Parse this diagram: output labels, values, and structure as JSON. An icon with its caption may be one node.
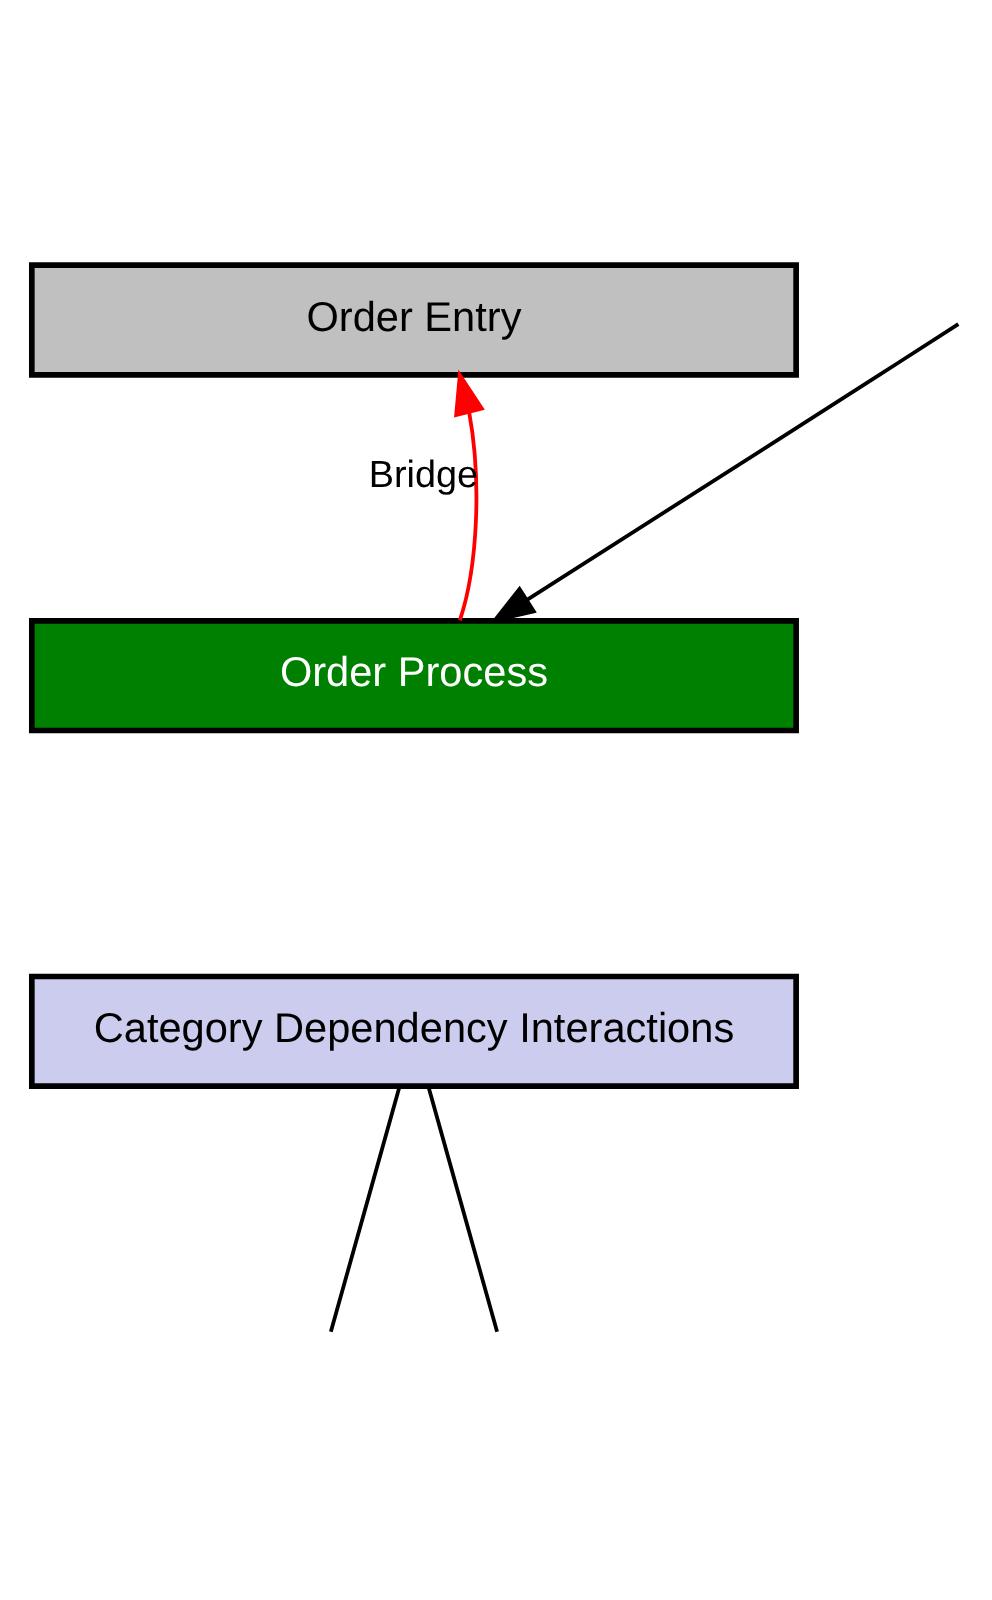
{
  "diagram": {
    "nodes": [
      {
        "text": [
          "Order Entry"
        ]
      },
      {
        "text": [
          "Order Process"
        ]
      },
      {
        "text": [
          "Category Dependency Interactions"
        ]
      }
    ],
    "edges": [
      {
        "from": 1,
        "to": 0,
        "arrow": "to",
        "label": "Bridge",
        "color": "#ff0000"
      },
      {
        "from": null,
        "to": 1,
        "arrow": "to"
      },
      {
        "from": 2,
        "to": null,
        "arrow": "none"
      },
      {
        "from": 2,
        "to": null,
        "arrow": "none"
      }
    ]
  }
}
